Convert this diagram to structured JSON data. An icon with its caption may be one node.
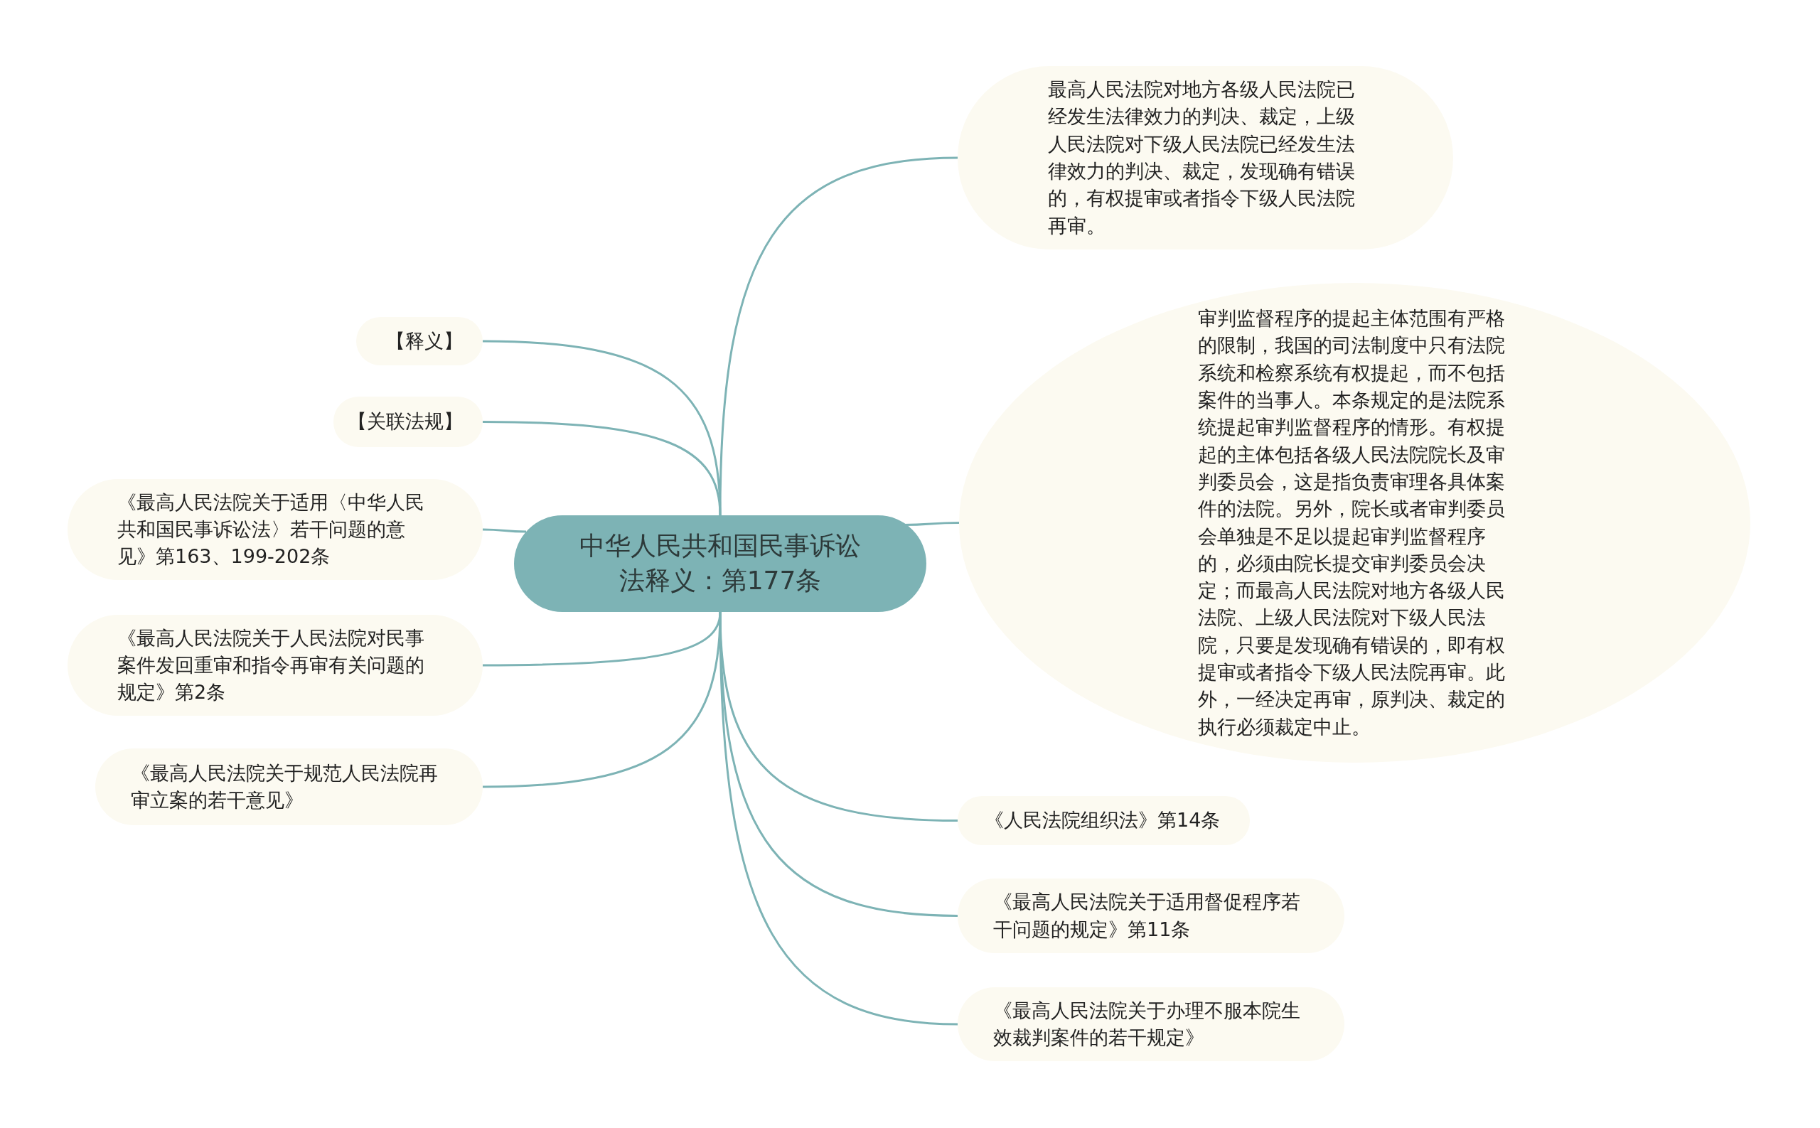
{
  "diagram": {
    "nodes": [
      {
        "text": [
          "中华人民共和国民事诉讼法释义：第177条"
        ]
      },
      {
        "text": [
          "最高人民法院对地方各级人民法院已经发生法律效力的判决、裁定，上级人民法院对下级人民法院已经发生法律效力的判决、裁定，发现确有错误的，有权提审或者指令下级人民法院再审。"
        ]
      },
      {
        "text": [
          "审判监督程序的提起主体范围有严格的限制，我国的司法制度中只有法院系统和检察系统有权提起，而不包括案件的当事人。本条规定的是法院系统提起审判监督程序的情形。有权提起的主体包括各级人民法院院长及审判委员会，这是指负责审理各具体案件的法院。另外，院长或者审判委员会单独是不足以提起审判监督程序的，必须由院长提交审判委员会决定；而最高人民法院对地方各级人民法院、上级人民法院对下级人民法院，只要是发现确有错误的，即有权提审或者指令下级人民法院再审。此外，一经决定再审，原判决、裁定的执行必须裁定中止。"
        ]
      },
      {
        "text": [
          "【释义】"
        ]
      },
      {
        "text": [
          "【关联法规】"
        ]
      },
      {
        "text": [
          "《最高人民法院关于适用〈中华人民共和国民事诉讼法〉若干问题的意见》第163、199-202条"
        ]
      },
      {
        "text": [
          "《最高人民法院关于人民法院对民事案件发回重审和指令再审有关问题的规定》第2条"
        ]
      },
      {
        "text": [
          "《最高人民法院关于规范人民法院再审立案的若干意见》"
        ]
      },
      {
        "text": [
          "《人民法院组织法》第14条"
        ]
      },
      {
        "text": [
          "《最高人民法院关于适用督促程序若干问题的规定》第11条"
        ]
      },
      {
        "text": [
          "《最高人民法院关于办理不服本院生效裁判案件的若干规定》"
        ]
      }
    ],
    "edges": [
      {
        "from": 0,
        "to": 1,
        "arrow": "none"
      },
      {
        "from": 0,
        "to": 2,
        "arrow": "none"
      },
      {
        "from": 0,
        "to": 3,
        "arrow": "none"
      },
      {
        "from": 0,
        "to": 4,
        "arrow": "none"
      },
      {
        "from": 0,
        "to": 5,
        "arrow": "none"
      },
      {
        "from": 0,
        "to": 6,
        "arrow": "none"
      },
      {
        "from": 0,
        "to": 7,
        "arrow": "none"
      },
      {
        "from": 0,
        "to": 8,
        "arrow": "none"
      },
      {
        "from": 0,
        "to": 9,
        "arrow": "none"
      },
      {
        "from": 0,
        "to": 10,
        "arrow": "none"
      }
    ]
  }
}
